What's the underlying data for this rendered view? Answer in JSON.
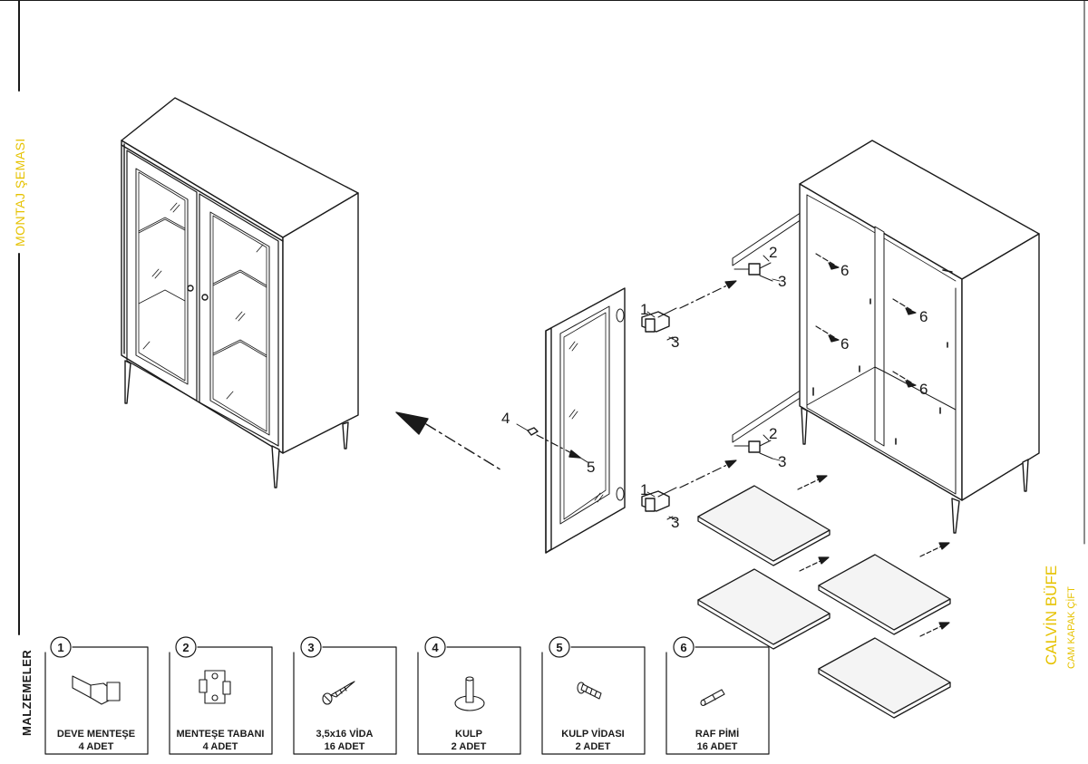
{
  "left_title": "MONTAJ ŞEMASI",
  "right_title": "CALVİN BÜFE",
  "right_subtitle": "CAM KAPAK ÇİFT",
  "materials_label": "MALZEMELER",
  "callouts": {
    "hinge": "1",
    "hinge_base": "2",
    "screw": "3",
    "handle": "4",
    "handle_screw": "5",
    "shelf_pin": "6"
  },
  "materials": [
    {
      "num": "1",
      "name": "DEVE MENTEŞE",
      "qty": "4 ADET",
      "icon": "hinge-icon"
    },
    {
      "num": "2",
      "name": "MENTEŞE TABANI",
      "qty": "4 ADET",
      "icon": "hinge-base-icon"
    },
    {
      "num": "3",
      "name": "3,5x16 VİDA",
      "qty": "16 ADET",
      "icon": "screw-icon"
    },
    {
      "num": "4",
      "name": "KULP",
      "qty": "2 ADET",
      "icon": "knob-icon"
    },
    {
      "num": "5",
      "name": "KULP VİDASI",
      "qty": "2 ADET",
      "icon": "bolt-icon"
    },
    {
      "num": "6",
      "name": "RAF PİMİ",
      "qty": "16 ADET",
      "icon": "pin-icon"
    }
  ],
  "colors": {
    "accent": "#e6c200",
    "line": "#1a1a1a",
    "shelf_fill": "#f4f4f4"
  }
}
